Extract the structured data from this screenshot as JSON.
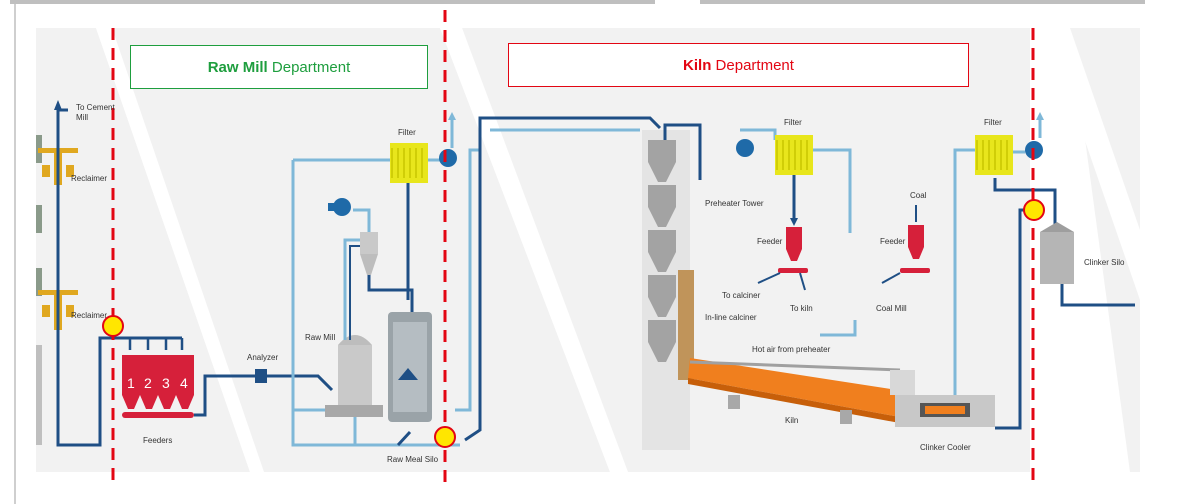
{
  "colors": {
    "raw_mill_accent": "#1e9e3e",
    "kiln_accent": "#e30613",
    "divider": "#e30613",
    "pipe_dark": "#1f4f85",
    "pipe_light": "#7fb8d8",
    "filter_yellow": "#e8e61c",
    "silo_red": "#d6203a",
    "kiln_orange": "#f07f1e",
    "marker_fill": "#ffe600",
    "marker_ring": "#e30613"
  },
  "departments": {
    "raw_mill": {
      "highlight": "Raw Mill",
      "suffix": " Department"
    },
    "kiln": {
      "highlight": "Kiln",
      "suffix": " Department"
    }
  },
  "labels": {
    "to_cement_mill": [
      "To Cement",
      "Mill"
    ],
    "reclaimer_top": "Reclaimer",
    "reclaimer_bottom": "Reclaimer",
    "feeders": "Feeders",
    "feeder_numbers": [
      "1",
      "2",
      "3",
      "4"
    ],
    "analyzer": "Analyzer",
    "raw_mill": "Raw Mill",
    "filter_raw": "Filter",
    "raw_meal_silo": "Raw Meal Silo",
    "preheater_tower": "Preheater Tower",
    "filter_kiln": "Filter",
    "feeder_kiln": "Feeder",
    "to_calciner": "To calciner",
    "to_kiln": "To kiln",
    "inline_calciner": "In-line calciner",
    "coal": "Coal",
    "feeder_coal": "Feeder",
    "coal_mill": "Coal Mill",
    "hot_air": "Hot air from preheater",
    "kiln": "Kiln",
    "clinker_cooler": "Clinker Cooler",
    "filter_clinker": "Filter",
    "clinker_silo": "Clinker Silo"
  },
  "icons": [
    "filter-icon",
    "fan-icon",
    "cyclone-icon",
    "feeder-hopper-icon",
    "analyzer-icon",
    "reclaimer-icon",
    "silo-icon",
    "kiln-icon",
    "cooler-icon",
    "marker-circle-icon"
  ]
}
